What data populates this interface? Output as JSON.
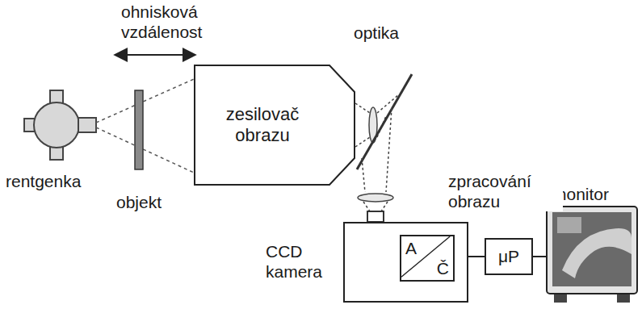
{
  "diagram": {
    "nodes": [
      {
        "text": [
          "zesilovač obrazu"
        ]
      },
      {
        "text": [
          "CCD kamera"
        ]
      },
      {
        "text": [
          "A",
          "Č"
        ],
        "in": 1
      },
      {
        "text": [
          "μP"
        ]
      },
      {
        "text": [
          "monitor"
        ]
      }
    ],
    "edges": [
      {
        "from": 1,
        "to": 3,
        "arrow": "none"
      },
      {
        "from": 3,
        "to": 4,
        "arrow": "none"
      }
    ],
    "labels": [
      "ohnisková vzdálenost",
      "rentgenka",
      "objekt",
      "optika",
      "zpracování obrazu"
    ]
  }
}
